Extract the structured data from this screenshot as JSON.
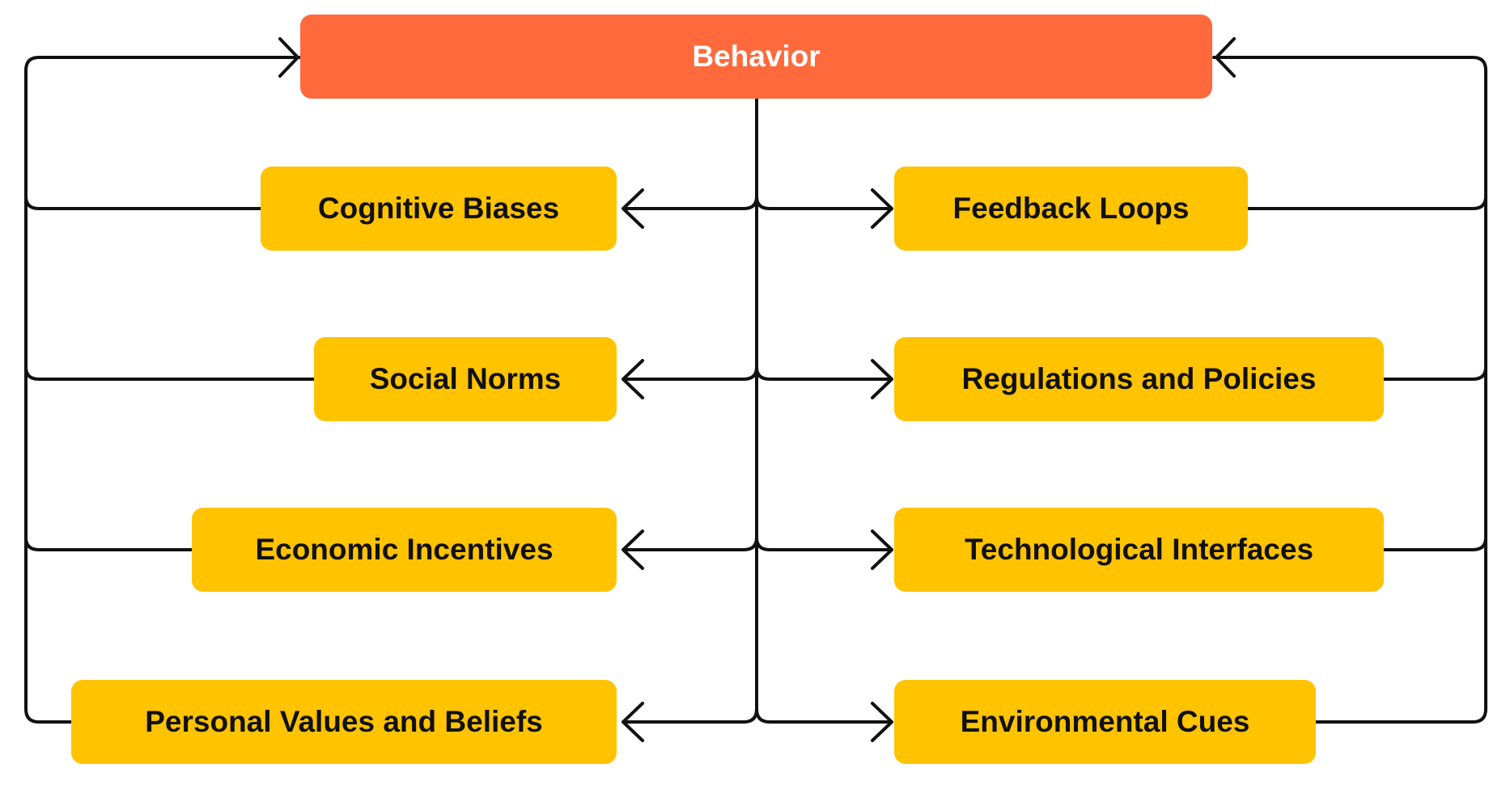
{
  "colors": {
    "root_fill": "#FF6A3D",
    "factor_fill": "#FFC300",
    "line": "#111111",
    "background": "#FFFFFF"
  },
  "root": {
    "label": "Behavior"
  },
  "left_factors": [
    {
      "label": "Cognitive Biases"
    },
    {
      "label": "Social Norms"
    },
    {
      "label": "Economic Incentives"
    },
    {
      "label": "Personal Values and Beliefs"
    }
  ],
  "right_factors": [
    {
      "label": "Feedback Loops"
    },
    {
      "label": "Regulations and Policies"
    },
    {
      "label": "Technological Interfaces"
    },
    {
      "label": "Environmental Cues"
    }
  ]
}
